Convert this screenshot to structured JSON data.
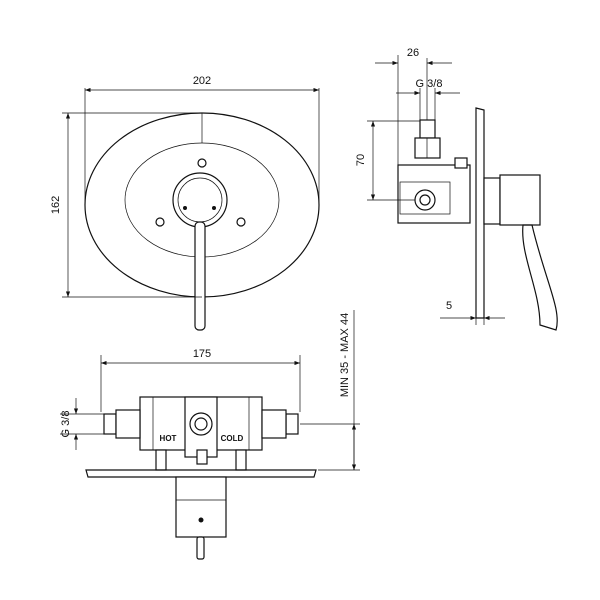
{
  "front_view": {
    "width_dim": "202",
    "height_dim": "162"
  },
  "side_view": {
    "depth_dim": "26",
    "thread_dim": "G 3/8",
    "inlet_height_dim": "70",
    "plate_dim": "5"
  },
  "bottom_view": {
    "width_dim": "175",
    "thread_dim": "G 3/8",
    "depth_range_dim": "MIN 35 - MAX 44",
    "hot_label": "HOT",
    "cold_label": "COLD"
  }
}
